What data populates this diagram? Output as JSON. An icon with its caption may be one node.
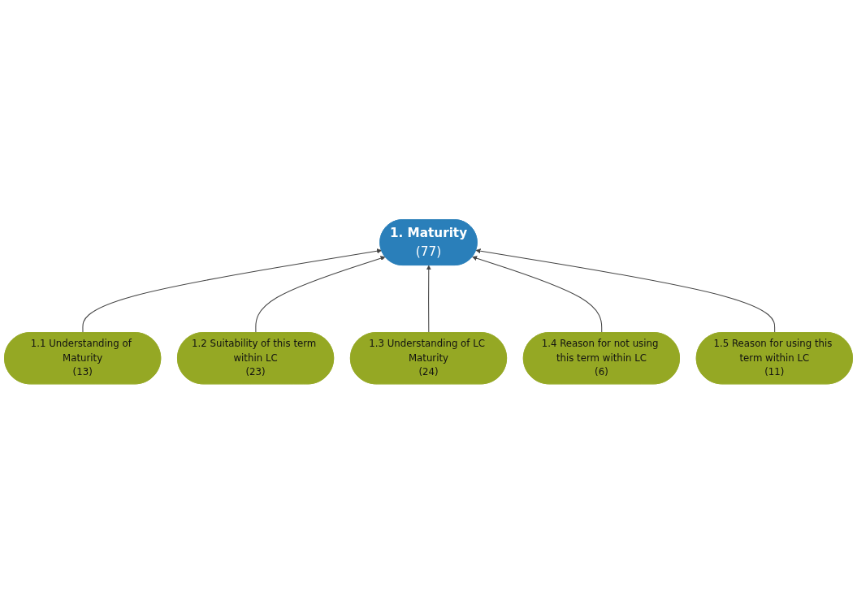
{
  "diagram": {
    "nodes": [
      {
        "text": [
          "1. Maturity",
          "(77)"
        ]
      },
      {
        "text": [
          "1.1 Understanding of Maturity",
          "(13)"
        ]
      },
      {
        "text": [
          "1.2 Suitability of this term within LC",
          "(23)"
        ]
      },
      {
        "text": [
          "1.3 Understanding of LC Maturity",
          "(24)"
        ]
      },
      {
        "text": [
          "1.4 Reason for not using this term within LC",
          "(6)"
        ]
      },
      {
        "text": [
          "1.5 Reason for using this term within LC",
          "(11)"
        ]
      }
    ],
    "edges": [
      {
        "from": 1,
        "to": 0,
        "arrow": "to"
      },
      {
        "from": 2,
        "to": 0,
        "arrow": "to"
      },
      {
        "from": 3,
        "to": 0,
        "arrow": "to"
      },
      {
        "from": 4,
        "to": 0,
        "arrow": "to"
      },
      {
        "from": 5,
        "to": 0,
        "arrow": "to"
      }
    ]
  }
}
